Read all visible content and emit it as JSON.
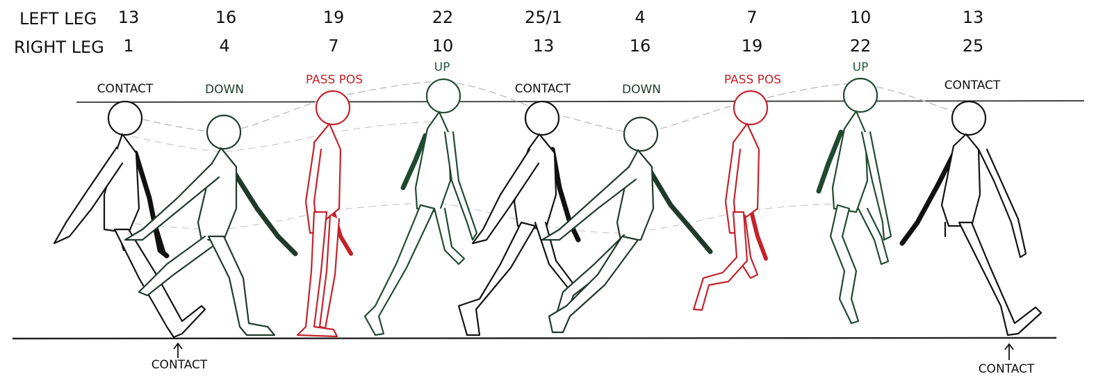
{
  "rows": {
    "left_leg": {
      "label": "LEFT LEG",
      "frames": [
        "13",
        "16",
        "19",
        "22",
        "25/1",
        "4",
        "7",
        "10",
        "13"
      ]
    },
    "right_leg": {
      "label": "RIGHT LEG",
      "frames": [
        "1",
        "4",
        "7",
        "10",
        "13",
        "16",
        "19",
        "22",
        "25"
      ]
    }
  },
  "poses": [
    {
      "label": "CONTACT",
      "color": "#111111"
    },
    {
      "label": "DOWN",
      "color": "#1f3a2b"
    },
    {
      "label": "PASS POS",
      "color": "#c4222a"
    },
    {
      "label": "UP",
      "color": "#1f5a35"
    },
    {
      "label": "CONTACT",
      "color": "#111111"
    },
    {
      "label": "DOWN",
      "color": "#1f3a2b"
    },
    {
      "label": "PASS POS",
      "color": "#c4222a"
    },
    {
      "label": "UP",
      "color": "#1f5a35"
    },
    {
      "label": "CONTACT",
      "color": "#111111"
    }
  ],
  "ground_markers": [
    {
      "label": "CONTACT"
    },
    {
      "label": "CONTACT"
    }
  ],
  "colors": {
    "ink": "#111111",
    "red": "#c4222a",
    "green": "#1f4a30",
    "guide": "#bcbcbc"
  }
}
